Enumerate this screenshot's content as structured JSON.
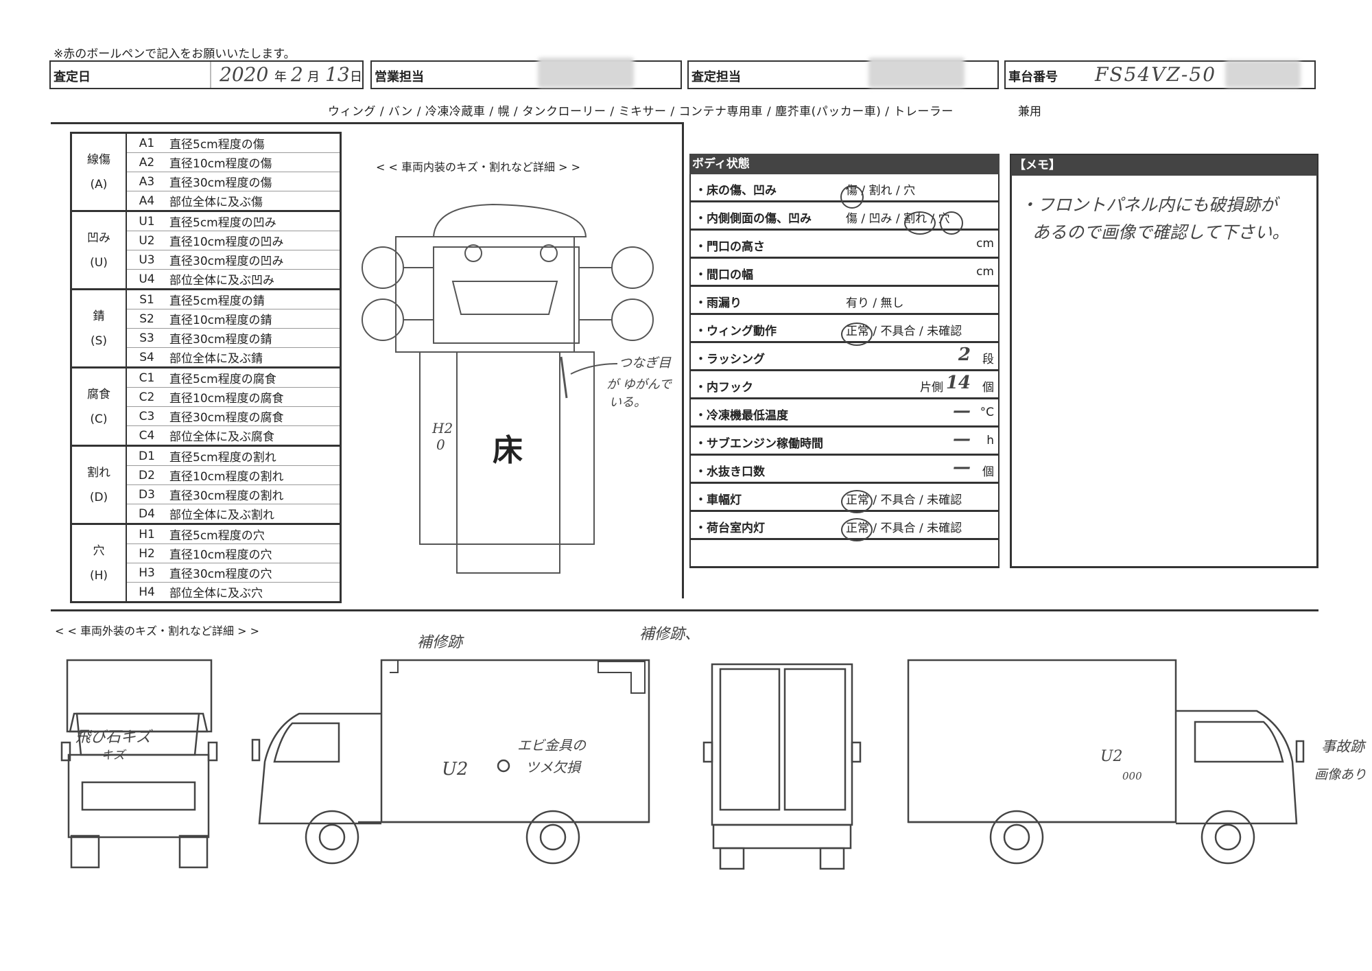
{
  "note": "※赤のボールペンで記入をお願いいたします。",
  "header": {
    "date_label": "査定日",
    "date_year": "2020",
    "date_year_unit": "年",
    "date_month": "2",
    "date_month_unit": "月",
    "date_day": "13",
    "date_day_unit": "日",
    "sales_label": "営業担当",
    "appraiser_label": "査定担当",
    "vehicle_no_label": "車台番号",
    "vehicle_no_value": "FS54VZ-50"
  },
  "vehicle_types": "ウィング / バン / 冷凍冷蔵車 / 幌 / タンクローリー / ミキサー / コンテナ専用車 / 塵芥車(パッカー車) / トレーラー",
  "vehicle_types_extra": "兼用",
  "legend": [
    {
      "category": "線傷",
      "code_letter": "(A)",
      "items": [
        {
          "code": "A1",
          "desc": "直径5cm程度の傷"
        },
        {
          "code": "A2",
          "desc": "直径10cm程度の傷"
        },
        {
          "code": "A3",
          "desc": "直径30cm程度の傷"
        },
        {
          "code": "A4",
          "desc": "部位全体に及ぶ傷"
        }
      ]
    },
    {
      "category": "凹み",
      "code_letter": "(U)",
      "items": [
        {
          "code": "U1",
          "desc": "直径5cm程度の凹み"
        },
        {
          "code": "U2",
          "desc": "直径10cm程度の凹み"
        },
        {
          "code": "U3",
          "desc": "直径30cm程度の凹み"
        },
        {
          "code": "U4",
          "desc": "部位全体に及ぶ凹み"
        }
      ]
    },
    {
      "category": "錆",
      "code_letter": "(S)",
      "items": [
        {
          "code": "S1",
          "desc": "直径5cm程度の錆"
        },
        {
          "code": "S2",
          "desc": "直径10cm程度の錆"
        },
        {
          "code": "S3",
          "desc": "直径30cm程度の錆"
        },
        {
          "code": "S4",
          "desc": "部位全体に及ぶ錆"
        }
      ]
    },
    {
      "category": "腐食",
      "code_letter": "(C)",
      "items": [
        {
          "code": "C1",
          "desc": "直径5cm程度の腐食"
        },
        {
          "code": "C2",
          "desc": "直径10cm程度の腐食"
        },
        {
          "code": "C3",
          "desc": "直径30cm程度の腐食"
        },
        {
          "code": "C4",
          "desc": "部位全体に及ぶ腐食"
        }
      ]
    },
    {
      "category": "割れ",
      "code_letter": "(D)",
      "items": [
        {
          "code": "D1",
          "desc": "直径5cm程度の割れ"
        },
        {
          "code": "D2",
          "desc": "直径10cm程度の割れ"
        },
        {
          "code": "D3",
          "desc": "直径30cm程度の割れ"
        },
        {
          "code": "D4",
          "desc": "部位全体に及ぶ割れ"
        }
      ]
    },
    {
      "category": "穴",
      "code_letter": "(H)",
      "items": [
        {
          "code": "H1",
          "desc": "直径5cm程度の穴"
        },
        {
          "code": "H2",
          "desc": "直径10cm程度の穴"
        },
        {
          "code": "H3",
          "desc": "直径30cm程度の穴"
        },
        {
          "code": "H4",
          "desc": "部位全体に及ぶ穴"
        }
      ]
    }
  ],
  "interior_title": "< < 車両内装のキズ・割れなど詳細 > >",
  "exterior_title": "< < 車両外装のキズ・割れなど詳細 > >",
  "interior_floor_label": "床",
  "interior_notes": {
    "h2_mark": "H2",
    "h2_count": "0",
    "seam": "つなぎ目",
    "seam2": "が ゆがんで",
    "seam3": "いる。"
  },
  "body_state": {
    "title": "ボディ状態",
    "rows": [
      {
        "label": "・床の傷、凹み",
        "value": "傷 / 割れ / 穴",
        "unit": ""
      },
      {
        "label": "・内側側面の傷、凹み",
        "value": "傷 / 凹み / 割れ / 穴",
        "unit": ""
      },
      {
        "label": "・門口の高さ",
        "value": "",
        "unit": "cm"
      },
      {
        "label": "・間口の幅",
        "value": "",
        "unit": "cm"
      },
      {
        "label": "・雨漏り",
        "value": "有り / 無し",
        "unit": ""
      },
      {
        "label": "・ウィング動作",
        "value": "正常 / 不具合 / 未確認",
        "unit": ""
      },
      {
        "label": "・ラッシング",
        "value": "",
        "unit": "段",
        "hand": "2"
      },
      {
        "label": "・内フック",
        "value": "片側",
        "unit": "個",
        "hand": "14"
      },
      {
        "label": "・冷凍機最低温度",
        "value": "",
        "unit": "°C",
        "hand": "—"
      },
      {
        "label": "・サブエンジン稼働時間",
        "value": "",
        "unit": "h",
        "hand": "—"
      },
      {
        "label": "・水抜き口数",
        "value": "",
        "unit": "個",
        "hand": "—"
      },
      {
        "label": "・車幅灯",
        "value": "正常 / 不具合 / 未確認",
        "unit": ""
      },
      {
        "label": "・荷台室内灯",
        "value": "正常 / 不具合 / 未確認",
        "unit": ""
      },
      {
        "label": "",
        "value": "",
        "unit": ""
      }
    ]
  },
  "memo": {
    "title": "【メモ】",
    "line1": "・フロントパネル内にも破損跡が",
    "line2": "あるので画像で確認して下さい。"
  },
  "exterior_notes": {
    "front_chip": "飛び石キズ",
    "front_chip2": "キズ",
    "left_repair": "補修跡",
    "left_u2": "U2",
    "left_fitting1": "エビ金具の",
    "left_fitting2": "ツメ欠損",
    "top_repair": "補修跡、",
    "right_u2": "U2",
    "right_u2_count": "000",
    "right_accident1": "事故跡",
    "right_accident2": "画像あり"
  }
}
